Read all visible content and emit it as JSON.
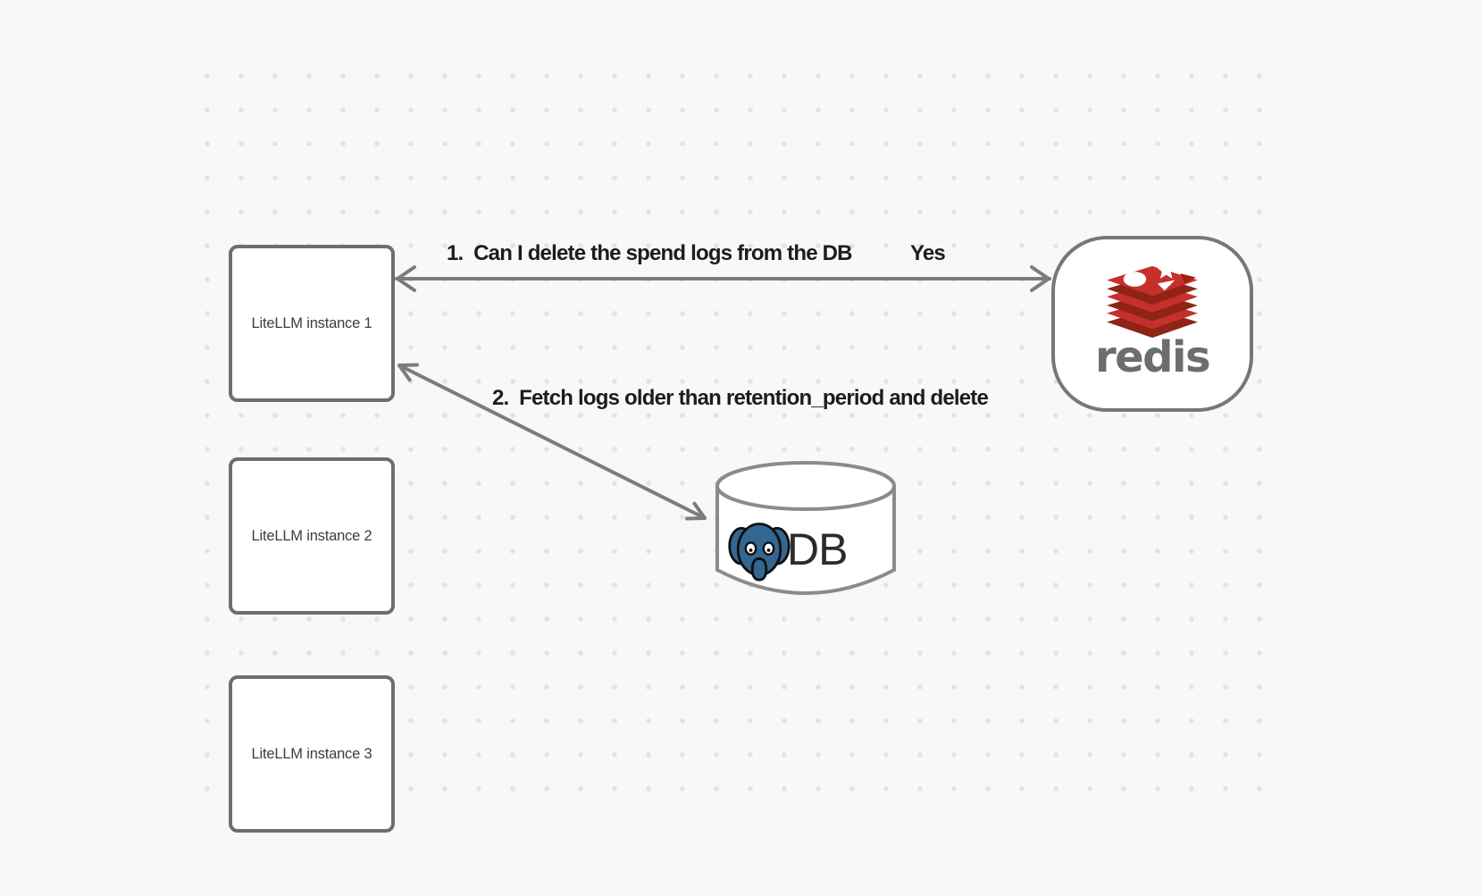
{
  "diagram": {
    "nodes": {
      "litellm1": {
        "label": "LiteLLM instance 1"
      },
      "litellm2": {
        "label": "LiteLLM instance 2"
      },
      "litellm3": {
        "label": "LiteLLM instance 3"
      },
      "redis": {
        "wordmark": "redis",
        "icon": "redis-stack-logo"
      },
      "db": {
        "label": "DB",
        "icon": "postgresql-elephant",
        "shape": "cylinder"
      }
    },
    "edges": {
      "edge1": {
        "label": "1.  Can I delete the spend logs from the DB",
        "response": "Yes",
        "from": "redis",
        "to": "litellm1",
        "style": "double-arrow"
      },
      "edge2": {
        "label": "2.  Fetch logs older than retention_period and delete",
        "from": "litellm1",
        "to": "db",
        "style": "double-arrow"
      }
    },
    "colors": {
      "background": "#f8f8f7",
      "grid_dot": "#e4e3e1",
      "node_border": "#6e6e6e",
      "node_fill": "#ffffff",
      "arrow": "#7c7c7c",
      "edge_label_text": "#1c1c1c",
      "node_label_text": "#3d3d3d",
      "redis_red": "#c6302b",
      "redis_dark_red": "#8f2318",
      "redis_wordmark_gray": "#6d6d6d",
      "postgres_blue": "#336791",
      "db_text": "#2b2b2b"
    }
  }
}
